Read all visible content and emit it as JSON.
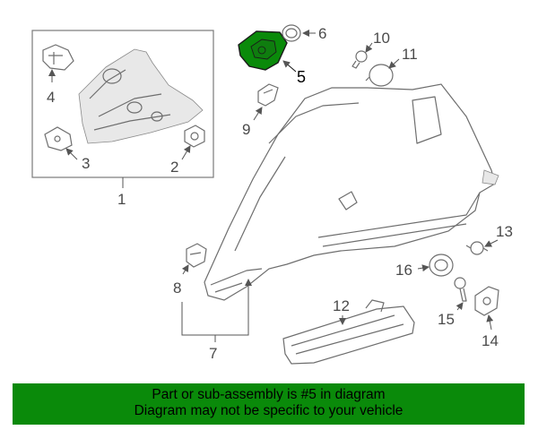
{
  "diagram": {
    "highlight_color": "#0a8a0a",
    "highlighted_part": "5",
    "callouts": {
      "p1": "1",
      "p2": "2",
      "p3": "3",
      "p4": "4",
      "p5": "5",
      "p6": "6",
      "p7": "7",
      "p8": "8",
      "p9": "9",
      "p10": "10",
      "p11": "11",
      "p12": "12",
      "p13": "13",
      "p14": "14",
      "p15": "15",
      "p16": "16"
    }
  },
  "banner": {
    "line1": "Part or sub-assembly is #5 in diagram",
    "line2": "Diagram may not be specific to your vehicle",
    "color": "#0a8a0a"
  }
}
